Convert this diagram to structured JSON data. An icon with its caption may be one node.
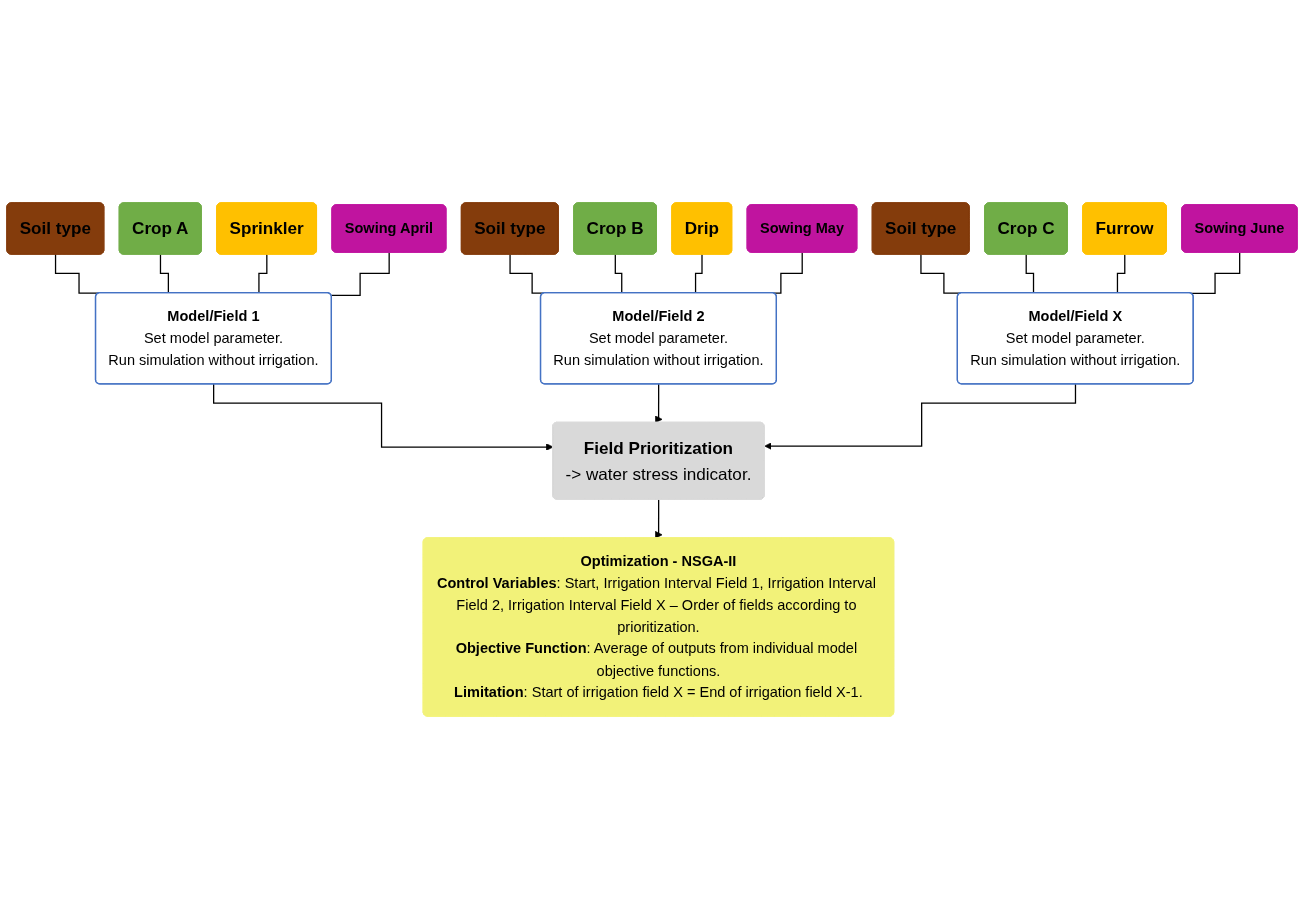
{
  "diagram": {
    "nodes": [
      {
        "text": [
          "Soil type"
        ]
      },
      {
        "text": [
          "Crop A"
        ]
      },
      {
        "text": [
          "Soil type"
        ]
      },
      {
        "text": [
          "Crop B"
        ]
      },
      {
        "text": [
          "Soil type"
        ]
      },
      {
        "text": [
          "Crop C"
        ]
      },
      {
        "text": [
          "Sprinkler"
        ]
      },
      {
        "text": [
          "Sowing April"
        ]
      },
      {
        "text": [
          "Drip"
        ]
      },
      {
        "text": [
          "Sowing May"
        ]
      },
      {
        "text": [
          "Furrow"
        ]
      },
      {
        "text": [
          "Sowing June"
        ]
      },
      {
        "text": [
          "Model/Field 1",
          "Set model parameter.",
          "Run simulation without irrigation."
        ]
      },
      {
        "text": [
          "Model/Field 2",
          "Set model parameter.",
          "Run simulation without irrigation."
        ]
      },
      {
        "text": [
          "Model/Field X",
          "Set model parameter.",
          "Run simulation without irrigation."
        ]
      },
      {
        "text": [
          "Field Prioritization",
          "-> water stress indicator."
        ]
      },
      {
        "text": [
          "Optimization - NSGA-II",
          "**Control Variables**: Start, Irrigation Interval Field 1, Irrigation Interval Field 2, Irrigation Interval Field X – Order of fields according to prioritization.",
          "**Objective Function**: Average of outputs from individual model objective functions.",
          "**Limitation**: Start of irrigation field X = End of irrigation field X-1."
        ]
      }
    ],
    "edges": [
      {
        "from": 0,
        "to": 12,
        "arrow": "none"
      },
      {
        "from": 1,
        "to": 12,
        "arrow": "none"
      },
      {
        "from": 6,
        "to": 12,
        "arrow": "none"
      },
      {
        "from": 7,
        "to": 12,
        "arrow": "none"
      },
      {
        "from": 2,
        "to": 13,
        "arrow": "none"
      },
      {
        "from": 3,
        "to": 13,
        "arrow": "none"
      },
      {
        "from": 8,
        "to": 13,
        "arrow": "none"
      },
      {
        "from": 9,
        "to": 13,
        "arrow": "none"
      },
      {
        "from": 4,
        "to": 14,
        "arrow": "none"
      },
      {
        "from": 5,
        "to": 14,
        "arrow": "none"
      },
      {
        "from": 10,
        "to": 14,
        "arrow": "none"
      },
      {
        "from": 11,
        "to": 14,
        "arrow": "none"
      },
      {
        "from": 12,
        "to": 15,
        "arrow": "to"
      },
      {
        "from": 13,
        "to": 15,
        "arrow": "to"
      },
      {
        "from": 14,
        "to": 15,
        "arrow": "to"
      },
      {
        "from": 15,
        "to": 16,
        "arrow": "to"
      }
    ]
  }
}
